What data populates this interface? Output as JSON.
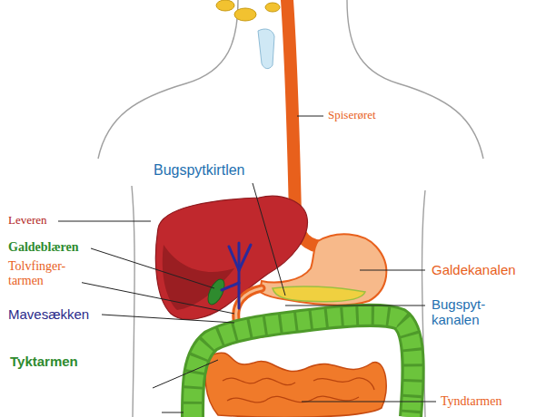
{
  "diagram": {
    "labels": [
      "Spiserøret",
      "Bugspytkirtlen",
      "Leveren",
      "Galdeblæren",
      "Tolvfinger- tarmen",
      "Mavesækken",
      "Galdekanalen",
      "Bugspyt- kanalen",
      "Tyktarmen",
      "Tyndtarmen"
    ]
  }
}
